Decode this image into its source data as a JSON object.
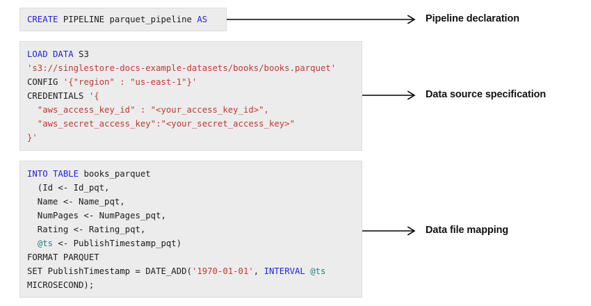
{
  "diagram": {
    "title": "SingleStore CREATE PIPELINE parquet example",
    "colors": {
      "box_background": "#ececec",
      "box_border": "#dcdcdc",
      "keyword": "#2222dd",
      "string": "#bf3a32",
      "variable": "#2d807c",
      "text": "#1c1c1c",
      "arrow": "#000000",
      "label": "#111111"
    }
  },
  "blocks": [
    {
      "id": "declaration",
      "annotation": "Pipeline declaration",
      "lines": [
        [
          {
            "t": "CREATE",
            "c": "kw"
          },
          {
            "t": " PIPELINE parquet_pipeline ",
            "c": "pl"
          },
          {
            "t": "AS",
            "c": "kw"
          }
        ]
      ]
    },
    {
      "id": "source",
      "annotation": "Data source specification",
      "lines": [
        [
          {
            "t": "LOAD DATA",
            "c": "kw"
          },
          {
            "t": " S3",
            "c": "pl"
          }
        ],
        [
          {
            "t": "'s3://singlestore-docs-example-datasets/books/books.parquet'",
            "c": "str"
          }
        ],
        [
          {
            "t": "CONFIG ",
            "c": "pl"
          },
          {
            "t": "'{\"region\" : \"us-east-1\"}'",
            "c": "str"
          }
        ],
        [
          {
            "t": "CREDENTIALS ",
            "c": "pl"
          },
          {
            "t": "'{",
            "c": "str"
          }
        ],
        [
          {
            "t": "  \"aws_access_key_id\" : \"<your_access_key_id>\",",
            "c": "str"
          }
        ],
        [
          {
            "t": "  \"aws_secret_access_key\":\"<your_secret_access_key>\"",
            "c": "str"
          }
        ],
        [
          {
            "t": "}'",
            "c": "str"
          }
        ]
      ]
    },
    {
      "id": "mapping",
      "annotation": "Data file mapping",
      "lines": [
        [
          {
            "t": "INTO TABLE",
            "c": "kw"
          },
          {
            "t": " books_parquet",
            "c": "pl"
          }
        ],
        [
          {
            "t": "  (Id <- Id_pqt,",
            "c": "pl"
          }
        ],
        [
          {
            "t": "  Name <- Name_pqt,",
            "c": "pl"
          }
        ],
        [
          {
            "t": "  NumPages <- NumPages_pqt,",
            "c": "pl"
          }
        ],
        [
          {
            "t": "  Rating <- Rating_pqt,",
            "c": "pl"
          }
        ],
        [
          {
            "t": "  ",
            "c": "pl"
          },
          {
            "t": "@ts",
            "c": "var"
          },
          {
            "t": " <- PublishTimestamp_pqt)",
            "c": "pl"
          }
        ],
        [
          {
            "t": "FORMAT PARQUET",
            "c": "pl"
          }
        ],
        [
          {
            "t": "SET PublishTimestamp = DATE_ADD(",
            "c": "pl"
          },
          {
            "t": "'1970-01-01'",
            "c": "str"
          },
          {
            "t": ", ",
            "c": "pl"
          },
          {
            "t": "INTERVAL",
            "c": "kw"
          },
          {
            "t": " ",
            "c": "pl"
          },
          {
            "t": "@ts",
            "c": "var"
          }
        ],
        [
          {
            "t": "MICROSECOND);",
            "c": "pl"
          }
        ]
      ]
    }
  ],
  "arrows": [
    {
      "id": "arrow-declaration",
      "from_block": "declaration",
      "to_label": "Pipeline declaration"
    },
    {
      "id": "arrow-source",
      "from_block": "source",
      "to_label": "Data source specification"
    },
    {
      "id": "arrow-mapping",
      "from_block": "mapping",
      "to_label": "Data file mapping"
    }
  ]
}
